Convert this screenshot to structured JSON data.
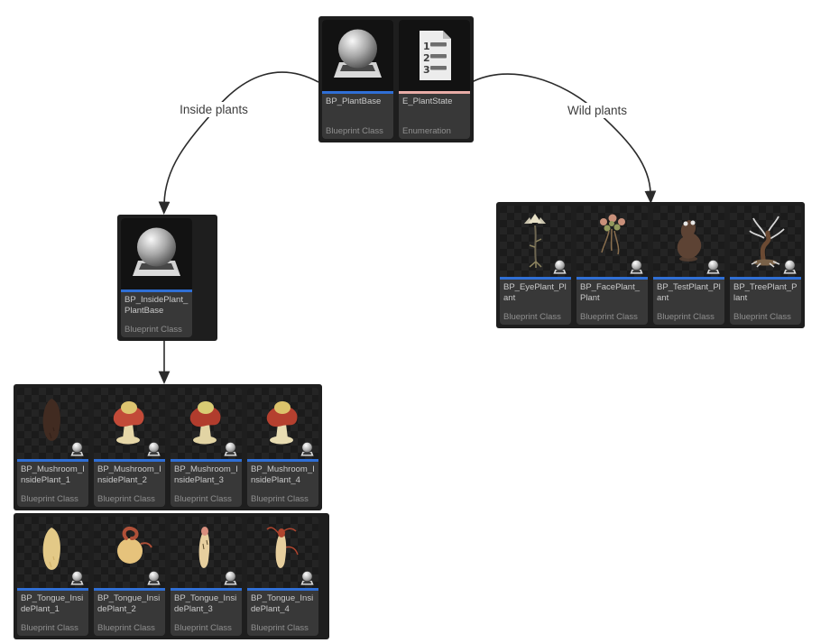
{
  "edges": [
    {
      "from": "root",
      "to": "inside-base",
      "label": "Inside plants"
    },
    {
      "from": "root",
      "to": "wild-plants",
      "label": "Wild plants"
    },
    {
      "from": "inside-base",
      "to": "mushrooms",
      "label": ""
    }
  ],
  "type_colors": {
    "Blueprint Class": "#2f6fd6",
    "Enumeration": "#e8aca6"
  },
  "colors": {
    "panel_background": "#1e1e1e",
    "card_background": "#383838",
    "thumbnail_background": "#121212",
    "checker_dark": "#1b1b1b",
    "checker_light": "#242424",
    "name_text": "#cacaca",
    "type_text": "#8f8f8f",
    "arrow": "#2b2b2b",
    "page_background": "#ffffff"
  },
  "groups": [
    {
      "id": "root",
      "cards": [
        {
          "name": "BP_PlantBase",
          "type": "Blueprint Class",
          "thumb": "base-sphere",
          "thumb_colors": []
        },
        {
          "name": "E_PlantState",
          "type": "Enumeration",
          "thumb": "enum-doc",
          "thumb_colors": []
        }
      ]
    },
    {
      "id": "inside-base",
      "cards": [
        {
          "name": "BP_InsidePlant_PlantBase",
          "type": "Blueprint Class",
          "thumb": "base-sphere",
          "thumb_colors": []
        }
      ]
    },
    {
      "id": "wild-plants",
      "cards": [
        {
          "name": "BP_EyePlant_Plant",
          "type": "Blueprint Class",
          "thumb": "stalk-flower",
          "thumb_colors": [
            "#e9e2c8",
            "#6f6752",
            "#8c835f"
          ]
        },
        {
          "name": "BP_FacePlant_Plant",
          "type": "Blueprint Class",
          "thumb": "flower-bush",
          "thumb_colors": [
            "#c9907a",
            "#93995d",
            "#8a6f4e"
          ]
        },
        {
          "name": "BP_TestPlant_Plant",
          "type": "Blueprint Class",
          "thumb": "statue",
          "thumb_colors": [
            "#5d4334",
            "#e8e8e8"
          ]
        },
        {
          "name": "BP_TreePlant_Plant",
          "type": "Blueprint Class",
          "thumb": "tree",
          "thumb_colors": [
            "#6b4a33",
            "#d8d8d8",
            "#7a6248"
          ]
        }
      ]
    },
    {
      "id": "mushrooms",
      "cards": [
        {
          "name": "BP_Mushroom_InsidePlant_1",
          "type": "Blueprint Class",
          "thumb": "pod",
          "thumb_colors": [
            "#412b21",
            "#2f1e17"
          ]
        },
        {
          "name": "BP_Mushroom_InsidePlant_2",
          "type": "Blueprint Class",
          "thumb": "mushroom",
          "thumb_colors": [
            "#c24a38",
            "#ddc470",
            "#e6d7a8"
          ]
        },
        {
          "name": "BP_Mushroom_InsidePlant_3",
          "type": "Blueprint Class",
          "thumb": "mushroom",
          "thumb_colors": [
            "#b13c2d",
            "#d9cc74",
            "#e2d4a4"
          ]
        },
        {
          "name": "BP_Mushroom_InsidePlant_4",
          "type": "Blueprint Class",
          "thumb": "mushroom",
          "thumb_colors": [
            "#b5402f",
            "#dcc36b",
            "#e8dcb2"
          ]
        }
      ]
    },
    {
      "id": "tongues",
      "cards": [
        {
          "name": "BP_Tongue_InsidePlant_1",
          "type": "Blueprint Class",
          "thumb": "pod",
          "thumb_colors": [
            "#e3c987",
            "#caa85f"
          ]
        },
        {
          "name": "BP_Tongue_InsidePlant_2",
          "type": "Blueprint Class",
          "thumb": "fruit",
          "thumb_colors": [
            "#e6c37c",
            "#b05038"
          ]
        },
        {
          "name": "BP_Tongue_InsidePlant_3",
          "type": "Blueprint Class",
          "thumb": "slim",
          "thumb_colors": [
            "#e7cf9e",
            "#d98f7e"
          ]
        },
        {
          "name": "BP_Tongue_InsidePlant_4",
          "type": "Blueprint Class",
          "thumb": "slim-tendrils",
          "thumb_colors": [
            "#e7cf9e",
            "#b0452e"
          ]
        }
      ]
    }
  ]
}
